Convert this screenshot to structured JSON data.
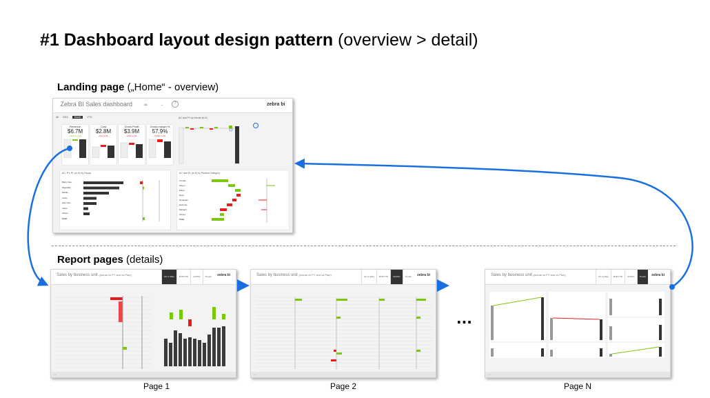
{
  "title": {
    "bold": "#1 Dashboard layout design pattern",
    "rest": " (overview > detail)"
  },
  "landing": {
    "heading_bold": "Landing page",
    "heading_rest": " („Home“ - overview)",
    "dashboard_title": "Zebra BI Sales dashboard",
    "filter": "All",
    "year": "2016",
    "toggle": [
      "Month",
      "YTD"
    ],
    "logo": "zebra bi",
    "kpis": [
      {
        "label": "Revenue",
        "value": "$6.7M",
        "delta": "+10.0% vs PL"
      },
      {
        "label": "Cost",
        "value": "$2.8M",
        "delta": "+6% vs PL"
      },
      {
        "label": "Gross Profit",
        "value": "$3.9M",
        "delta": "-2.0% vs PL"
      },
      {
        "label": "Gross margin %",
        "value": "57.9%",
        "delta": "-5.8pp vs PL"
      }
    ],
    "chart_month_title": "AC and PY by Month (in K)",
    "chart_group_title": "AC, PY, PL (in K) by Group",
    "chart_category_title": "AC and PL (in K) by Product Category",
    "groups": [
      "Baby Care",
      "Wearable",
      "Mobile",
      "Audio",
      "Hair Care",
      "Video",
      "Others",
      "Total"
    ],
    "categories": [
      "Ormlan",
      "Sayen",
      "Erlion",
      "Rivar",
      "Deranglin",
      "Hatimoly",
      "Murtach",
      "Others",
      "Total"
    ]
  },
  "report": {
    "heading_bold": "Report pages",
    "heading_rest": " (details)",
    "page_title": "Sales by business unit",
    "page_subtitle": "(Actual vs PY and vs Plan)",
    "tabs": [
      "AC vs Plan",
      "MTD/YTD",
      "All KPIs",
      "Trends"
    ],
    "logo": "zebra bi",
    "ellipsis": "...",
    "pages": [
      {
        "label": "Page 1",
        "active_tab": 0
      },
      {
        "label": "Page 2",
        "active_tab": 2
      },
      {
        "label": "Page N",
        "active_tab": 3
      }
    ]
  },
  "colors": {
    "arrow": "#1a6fe0",
    "positive": "#7ac70c",
    "negative": "#e81c1c",
    "bar": "#3a3a3a"
  }
}
